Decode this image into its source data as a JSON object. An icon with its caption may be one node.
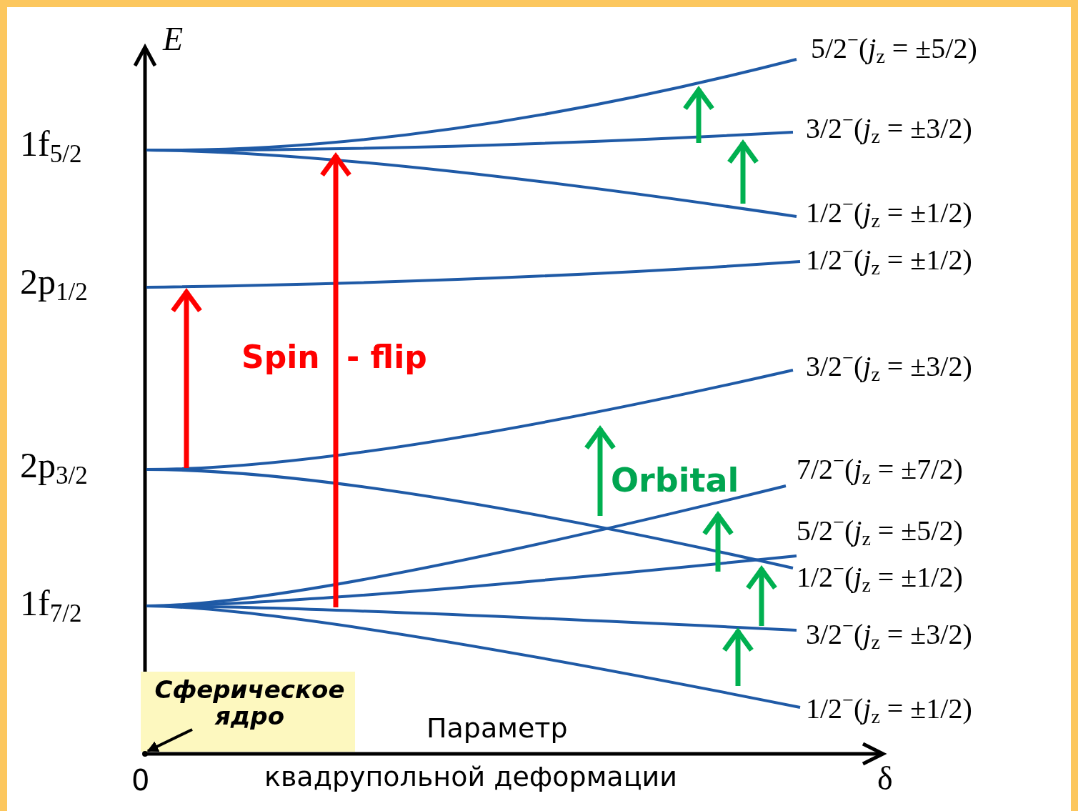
{
  "diagram": {
    "nodes": [
      {
        "text": [
          "Сферическое ядро"
        ]
      },
      {
        "text": [],
        "shape": "circle"
      }
    ],
    "edges": [
      {
        "from": 0,
        "to": 1,
        "arrow": "to"
      }
    ],
    "labels": [
      "*E*",
      "5/2$^{−}$(*j*$_{z}$ = ±5/2)",
      "1f$_{5/2}$",
      "3/2$^{−}$(*j*$_{z}$ = ±3/2)",
      "1/2$^{−}$(*j*$_{z}$ = ±1/2)",
      "2p$_{1/2}$",
      "1/2$^{−}$(*j*$_{z}$ = ±1/2)",
      "Spin",
      "- flip",
      "3/2$^{−}$(*j*$_{z}$ = ±3/2)",
      "2p$_{3/2}$",
      "Orbital",
      "7/2$^{−}$(*j*$_{z}$ = ±7/2)",
      "5/2$^{−}$(*j*$_{z}$ = ±5/2)",
      "1/2$^{−}$(*j*$_{z}$ = ±1/2)",
      "1f$_{7/2}$",
      "3/2$^{−}$(*j*$_{z}$ = ±3/2)",
      "1/2$^{−}$(*j*$_{z}$ = ±1/2)",
      "Параметр",
      "0",
      "квадрупольной деформации",
      "δ"
    ]
  }
}
